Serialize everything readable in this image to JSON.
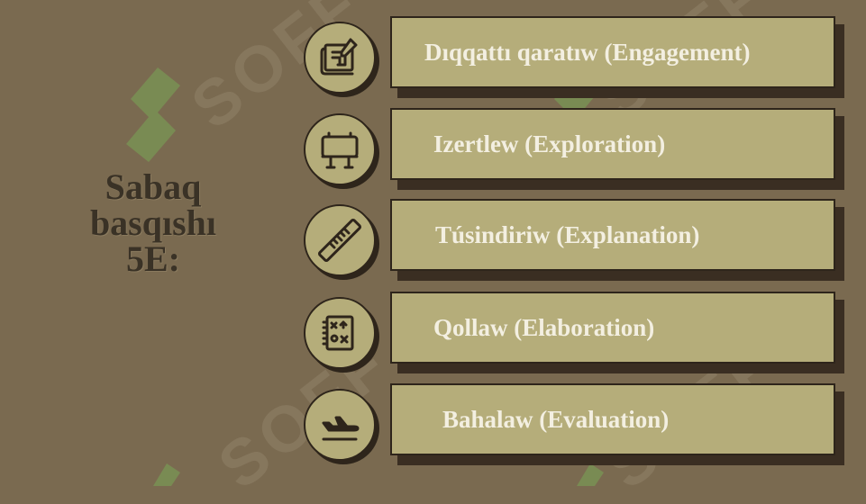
{
  "slide": {
    "title_lines": [
      "Sabaq",
      "basqıshı",
      "5E:"
    ]
  },
  "steps": [
    {
      "label": "Dıqqattı qaratıw (Engagement)",
      "icon": "blueprint-icon"
    },
    {
      "label": "Izertlew (Exploration)",
      "icon": "billboard-icon"
    },
    {
      "label": "Túsindiriw (Explanation)",
      "icon": "ruler-icon"
    },
    {
      "label": "Qollaw (Elaboration)",
      "icon": "tactics-board-icon"
    },
    {
      "label": "Bahalaw (Evaluation)",
      "icon": "airplane-landing-icon"
    }
  ],
  "colors": {
    "background": "#7a6a50",
    "card": "#b5ad7a",
    "card_shadow": "#3a2e22",
    "outline": "#2e251b",
    "label_text": "#f3efe1",
    "title_text": "#3a3226"
  }
}
